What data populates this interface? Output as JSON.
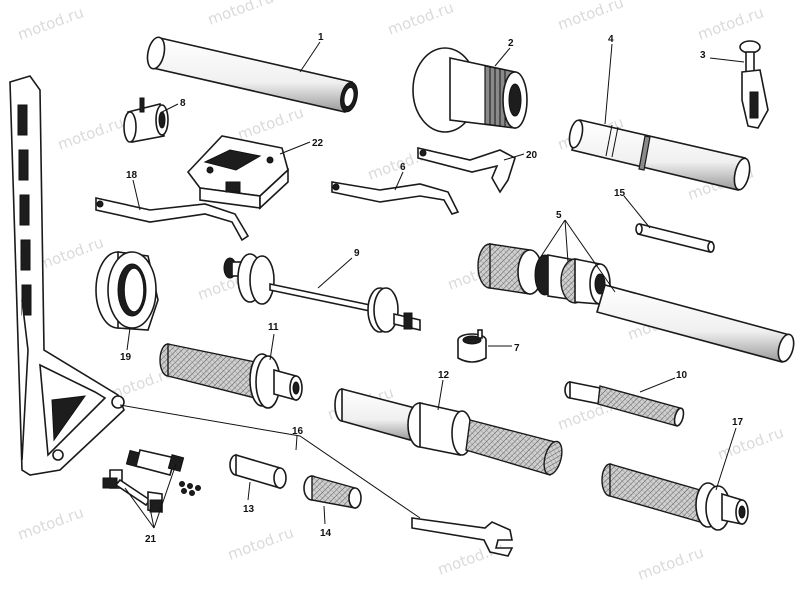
{
  "diagram": {
    "watermark_text": "motod.ru",
    "part_labels": [
      "1",
      "2",
      "3",
      "4",
      "5",
      "6",
      "7",
      "8",
      "9",
      "10",
      "11",
      "12",
      "13",
      "14",
      "15",
      "16",
      "17",
      "18",
      "19",
      "20",
      "21",
      "22"
    ]
  }
}
